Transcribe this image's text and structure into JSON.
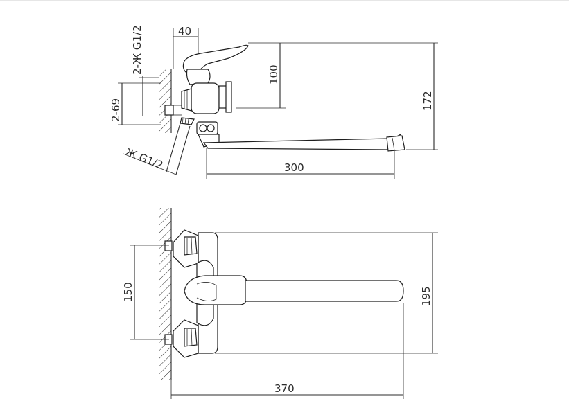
{
  "dimensions": {
    "side_view": {
      "d40": "40",
      "d100": "100",
      "d172": "172",
      "d300": "300",
      "thread_top": "2-Ж G1/2",
      "spacing": "2-69",
      "thread_hose": "Ж G1/2"
    },
    "front_view": {
      "d150": "150",
      "d195": "195",
      "d370": "370"
    }
  }
}
